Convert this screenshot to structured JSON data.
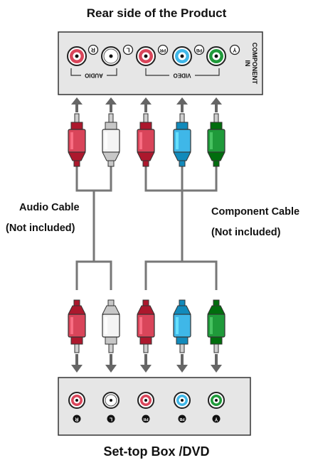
{
  "diagram": {
    "title_top": "Rear side of the Product",
    "title_bottom": "Set-top Box /DVD",
    "audio_cable": {
      "line1": "Audio Cable",
      "line2": "(Not included)"
    },
    "component_cable": {
      "line1": "Component Cable",
      "line2": "(Not included)"
    },
    "rear_panel": {
      "port_letters": [
        "R",
        "L",
        "PR",
        "PB",
        "Y"
      ],
      "audio_label": "AUDIO",
      "video_label": "VIDEO",
      "component_label_line1": "COMPONENT",
      "component_label_line2": "IN"
    },
    "settop_panel": {
      "port_letters": [
        "R",
        "L",
        "PR",
        "PB",
        "Y"
      ]
    }
  },
  "colors": {
    "red_plug": "#d9455a",
    "white_plug": "#f4f4f4",
    "blue_plug": "#3fb7e8",
    "green_plug": "#1f9a3a",
    "panel_fill": "#e6e6e6",
    "wire": "#777777"
  }
}
